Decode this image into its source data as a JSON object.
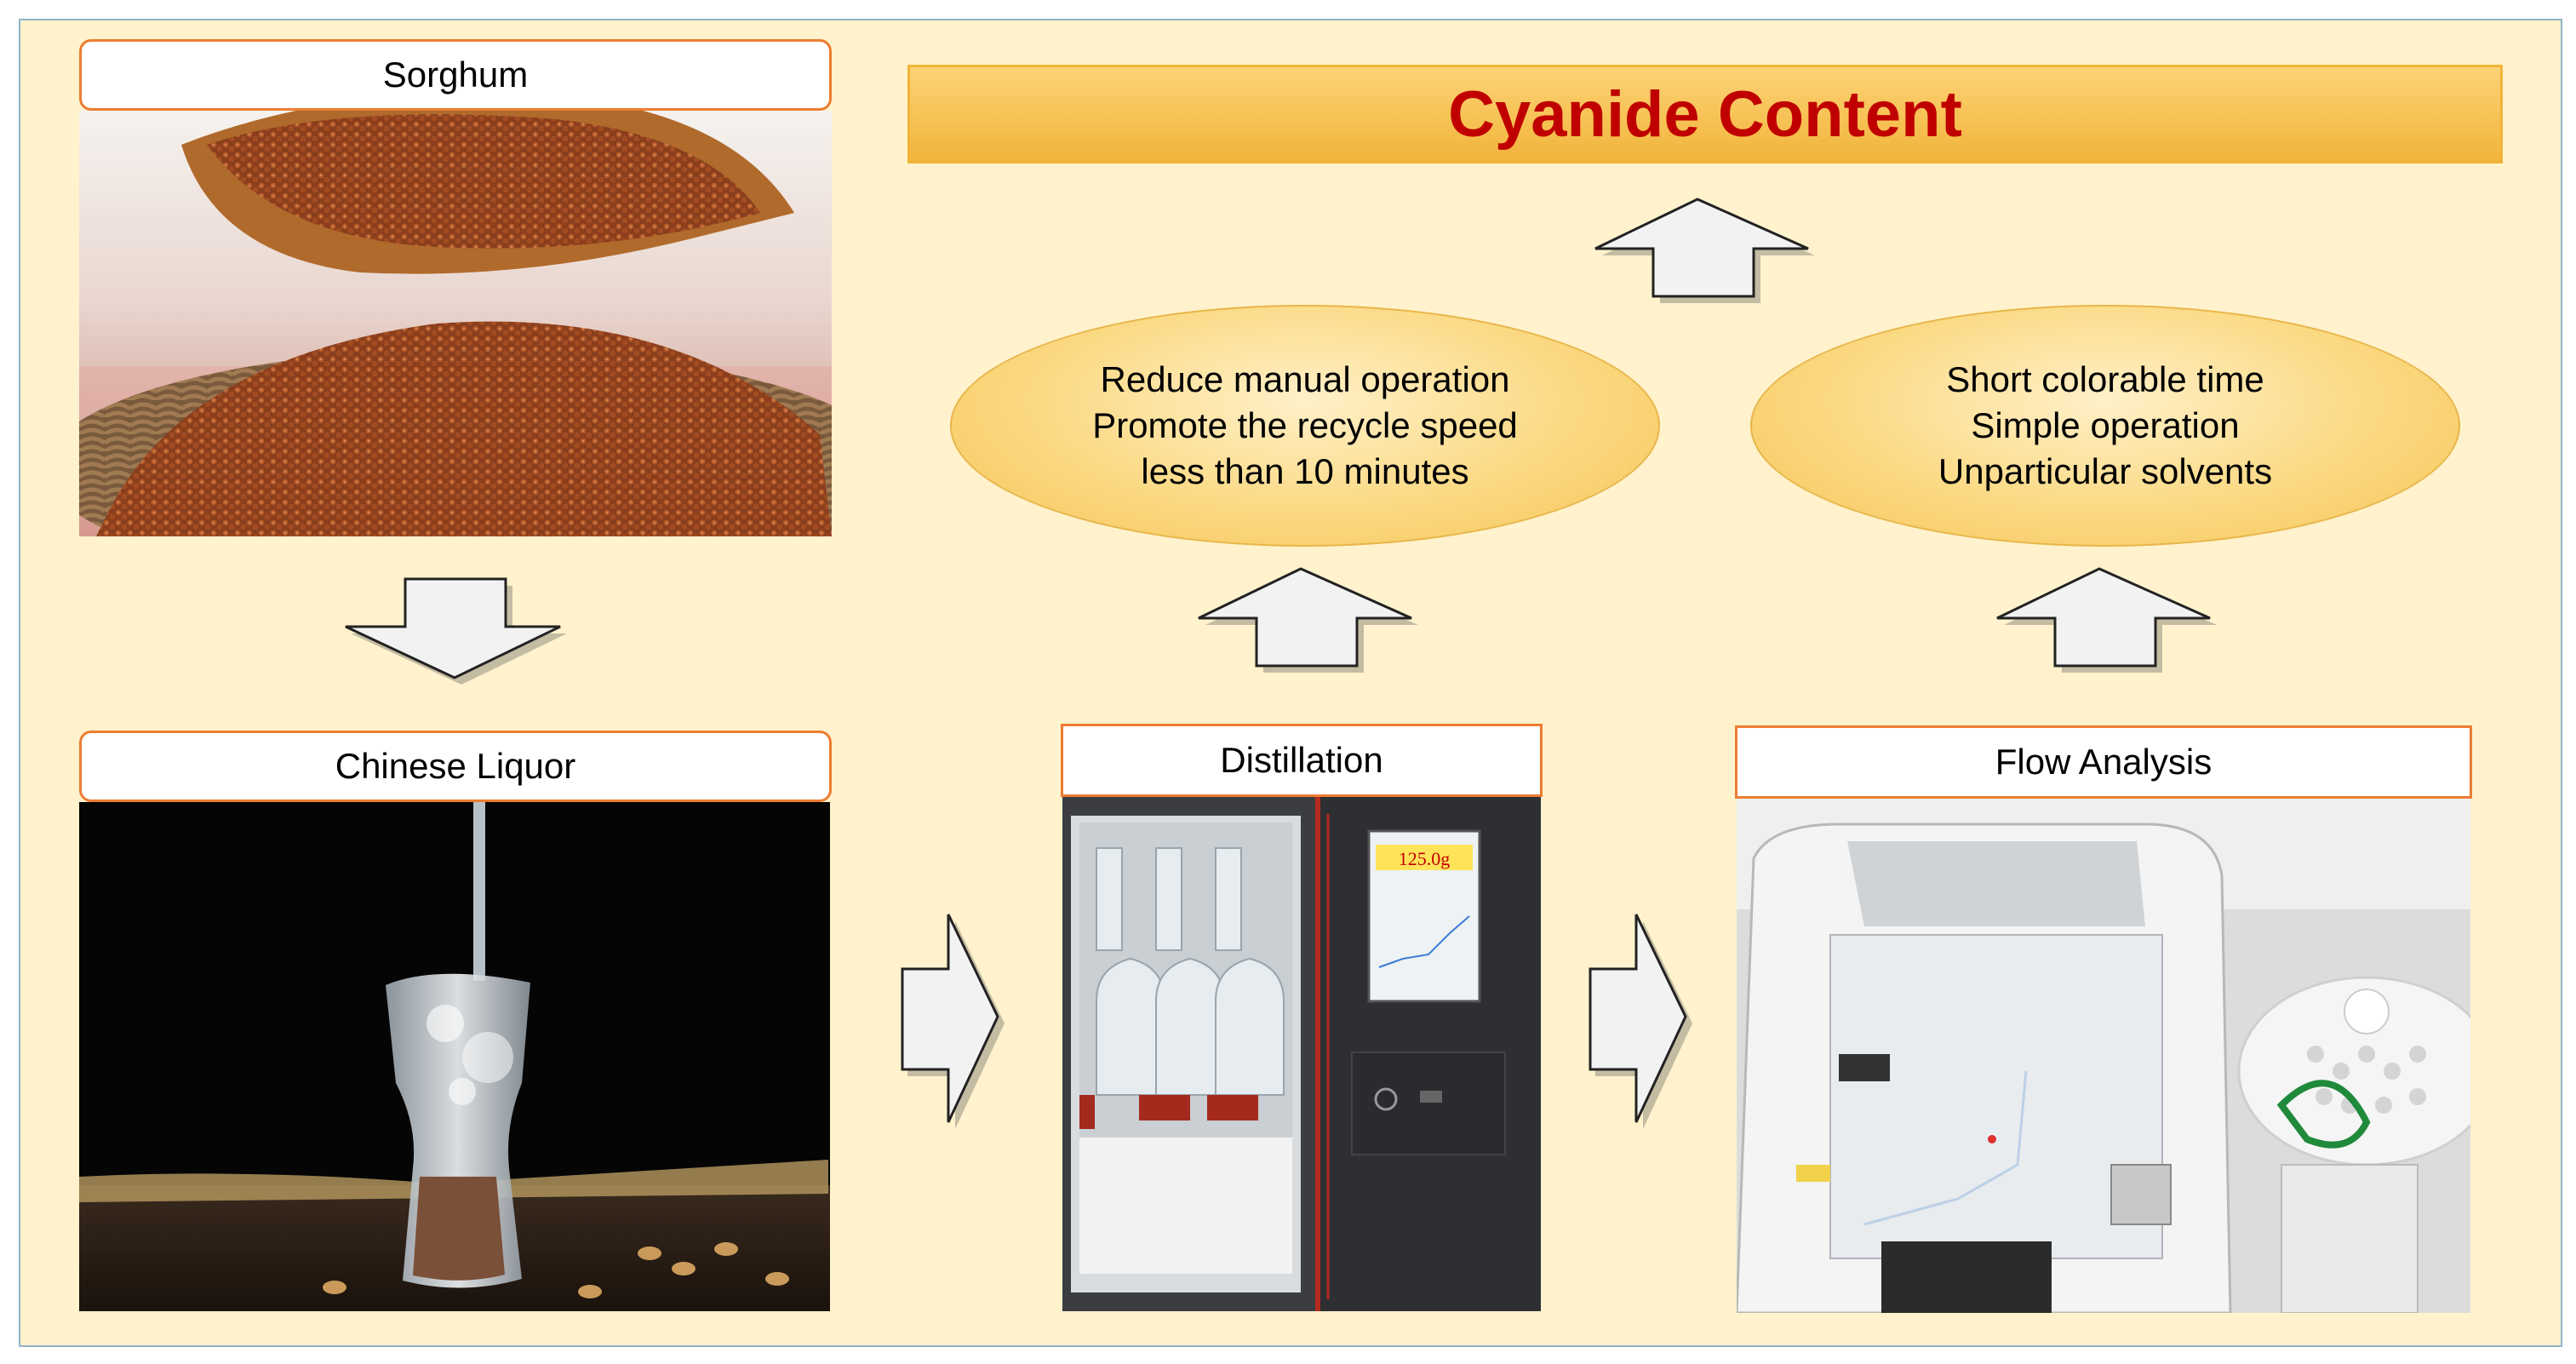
{
  "title": "Cyanide Content",
  "boxes": {
    "sorghum": "Sorghum",
    "liquor": "Chinese Liquor",
    "distillation": "Distillation",
    "flow": "Flow Analysis"
  },
  "distillation_benefits": {
    "line1": "Reduce manual operation",
    "line2": "Promote the recycle speed",
    "line3": "less than 10 minutes"
  },
  "flow_benefits": {
    "line1": "Short colorable time",
    "line2": "Simple operation",
    "line3": "Unparticular solvents"
  },
  "instrument_display": "125.0g",
  "colors": {
    "background": "#fff2cc",
    "box_border": "#ed7d31",
    "title_text": "#c00000",
    "title_fill": "#f7c255"
  }
}
